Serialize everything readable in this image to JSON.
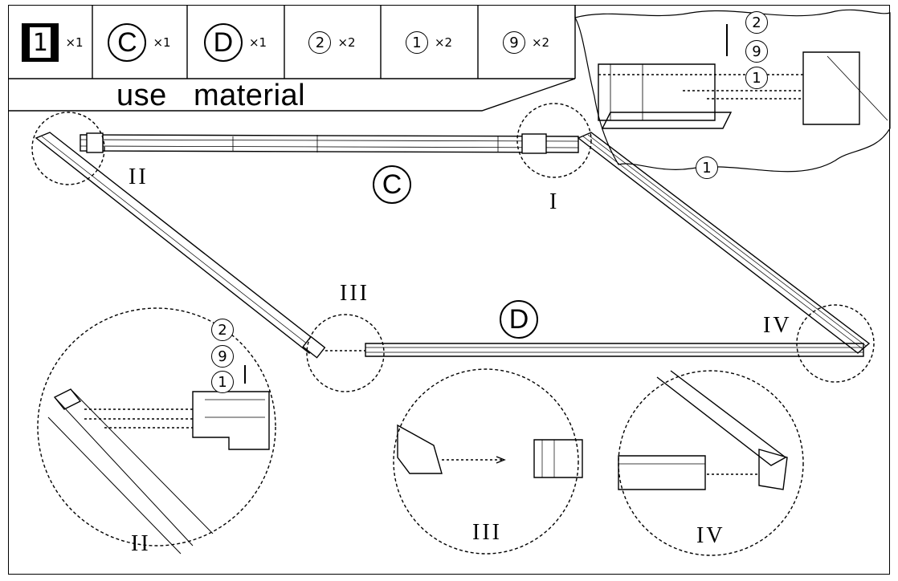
{
  "materials": [
    {
      "label": "1",
      "qty": "×1"
    },
    {
      "label": "C",
      "qty": "×1"
    },
    {
      "label": "D",
      "qty": "×1"
    },
    {
      "label": "2",
      "qty": "×2"
    },
    {
      "label": "1",
      "qty": "×2"
    },
    {
      "label": "9",
      "qty": "×2"
    }
  ],
  "use_material_label": "use   material",
  "part_labels": {
    "c": "C",
    "d": "D"
  },
  "detail_labels": {
    "i": "I",
    "ii": "II",
    "iii": "III",
    "iv": "IV"
  },
  "callouts": {
    "top_right": [
      "2",
      "9",
      "1"
    ],
    "top_right_bottom": "1",
    "left": [
      "2",
      "9",
      "1"
    ]
  }
}
